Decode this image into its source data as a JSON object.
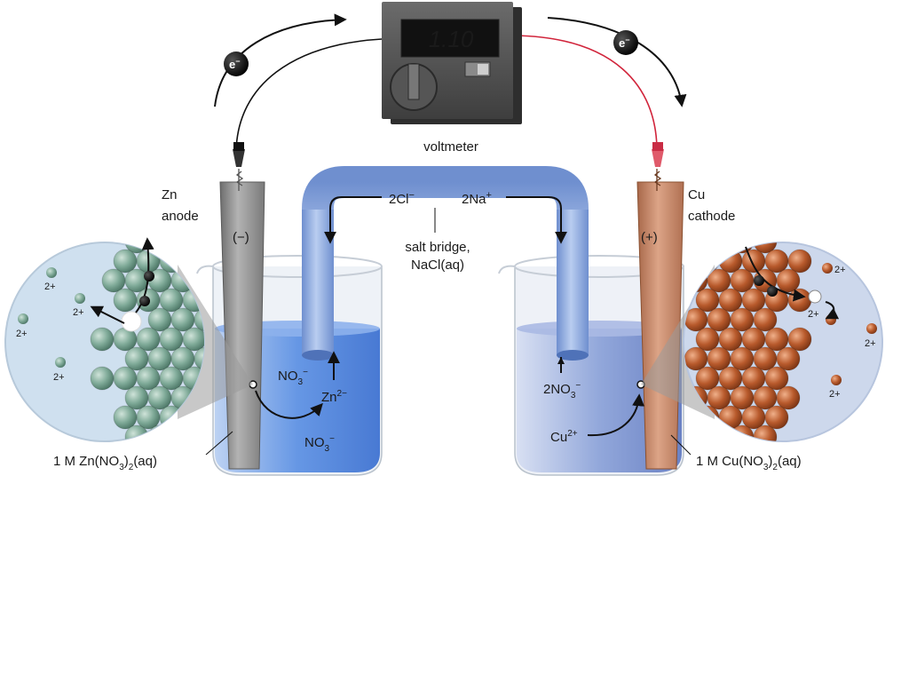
{
  "voltmeter": {
    "reading": "1.10",
    "label": "voltmeter"
  },
  "electron": {
    "symbol": "e",
    "charge": "−"
  },
  "anode": {
    "element": "Zn",
    "role": "anode",
    "sign": "(−)",
    "solution": [
      "1 M Zn(NO",
      "3",
      ")",
      "2",
      "(aq)"
    ],
    "zoom_ions": [
      "2+",
      "2+",
      "2+",
      "2+"
    ]
  },
  "cathode": {
    "element": "Cu",
    "role": "cathode",
    "sign": "(+)",
    "solution": [
      "1 M Cu(NO",
      "3",
      ")",
      "2",
      "(aq)"
    ],
    "zoom_ions": [
      "2+",
      "2+",
      "2+",
      "2+"
    ]
  },
  "salt_bridge": {
    "label_line1": "salt bridge,",
    "label_line2": "NaCl(aq)",
    "anion": "2Cl",
    "anion_charge": "−",
    "cation": "2Na",
    "cation_charge": "+"
  },
  "left_beaker_ions": {
    "nitrate_top": [
      "NO",
      "3",
      "−"
    ],
    "nitrate_bottom": [
      "NO",
      "3",
      "−"
    ],
    "zinc": [
      "Zn",
      "2−"
    ]
  },
  "right_beaker_ions": {
    "nitrate": [
      "2NO",
      "3",
      "−"
    ],
    "copper": [
      "Cu",
      "2+"
    ]
  },
  "colors": {
    "zinc_metal": "#8c8c8c",
    "copper_metal": "#c98a63",
    "solution_blue": "#5b8fe0",
    "bridge_blue": "#7e9fd6",
    "positive_wire": "#d1243b",
    "zinc_atoms": "#7faa98",
    "copper_atoms": "#b85a2c"
  }
}
